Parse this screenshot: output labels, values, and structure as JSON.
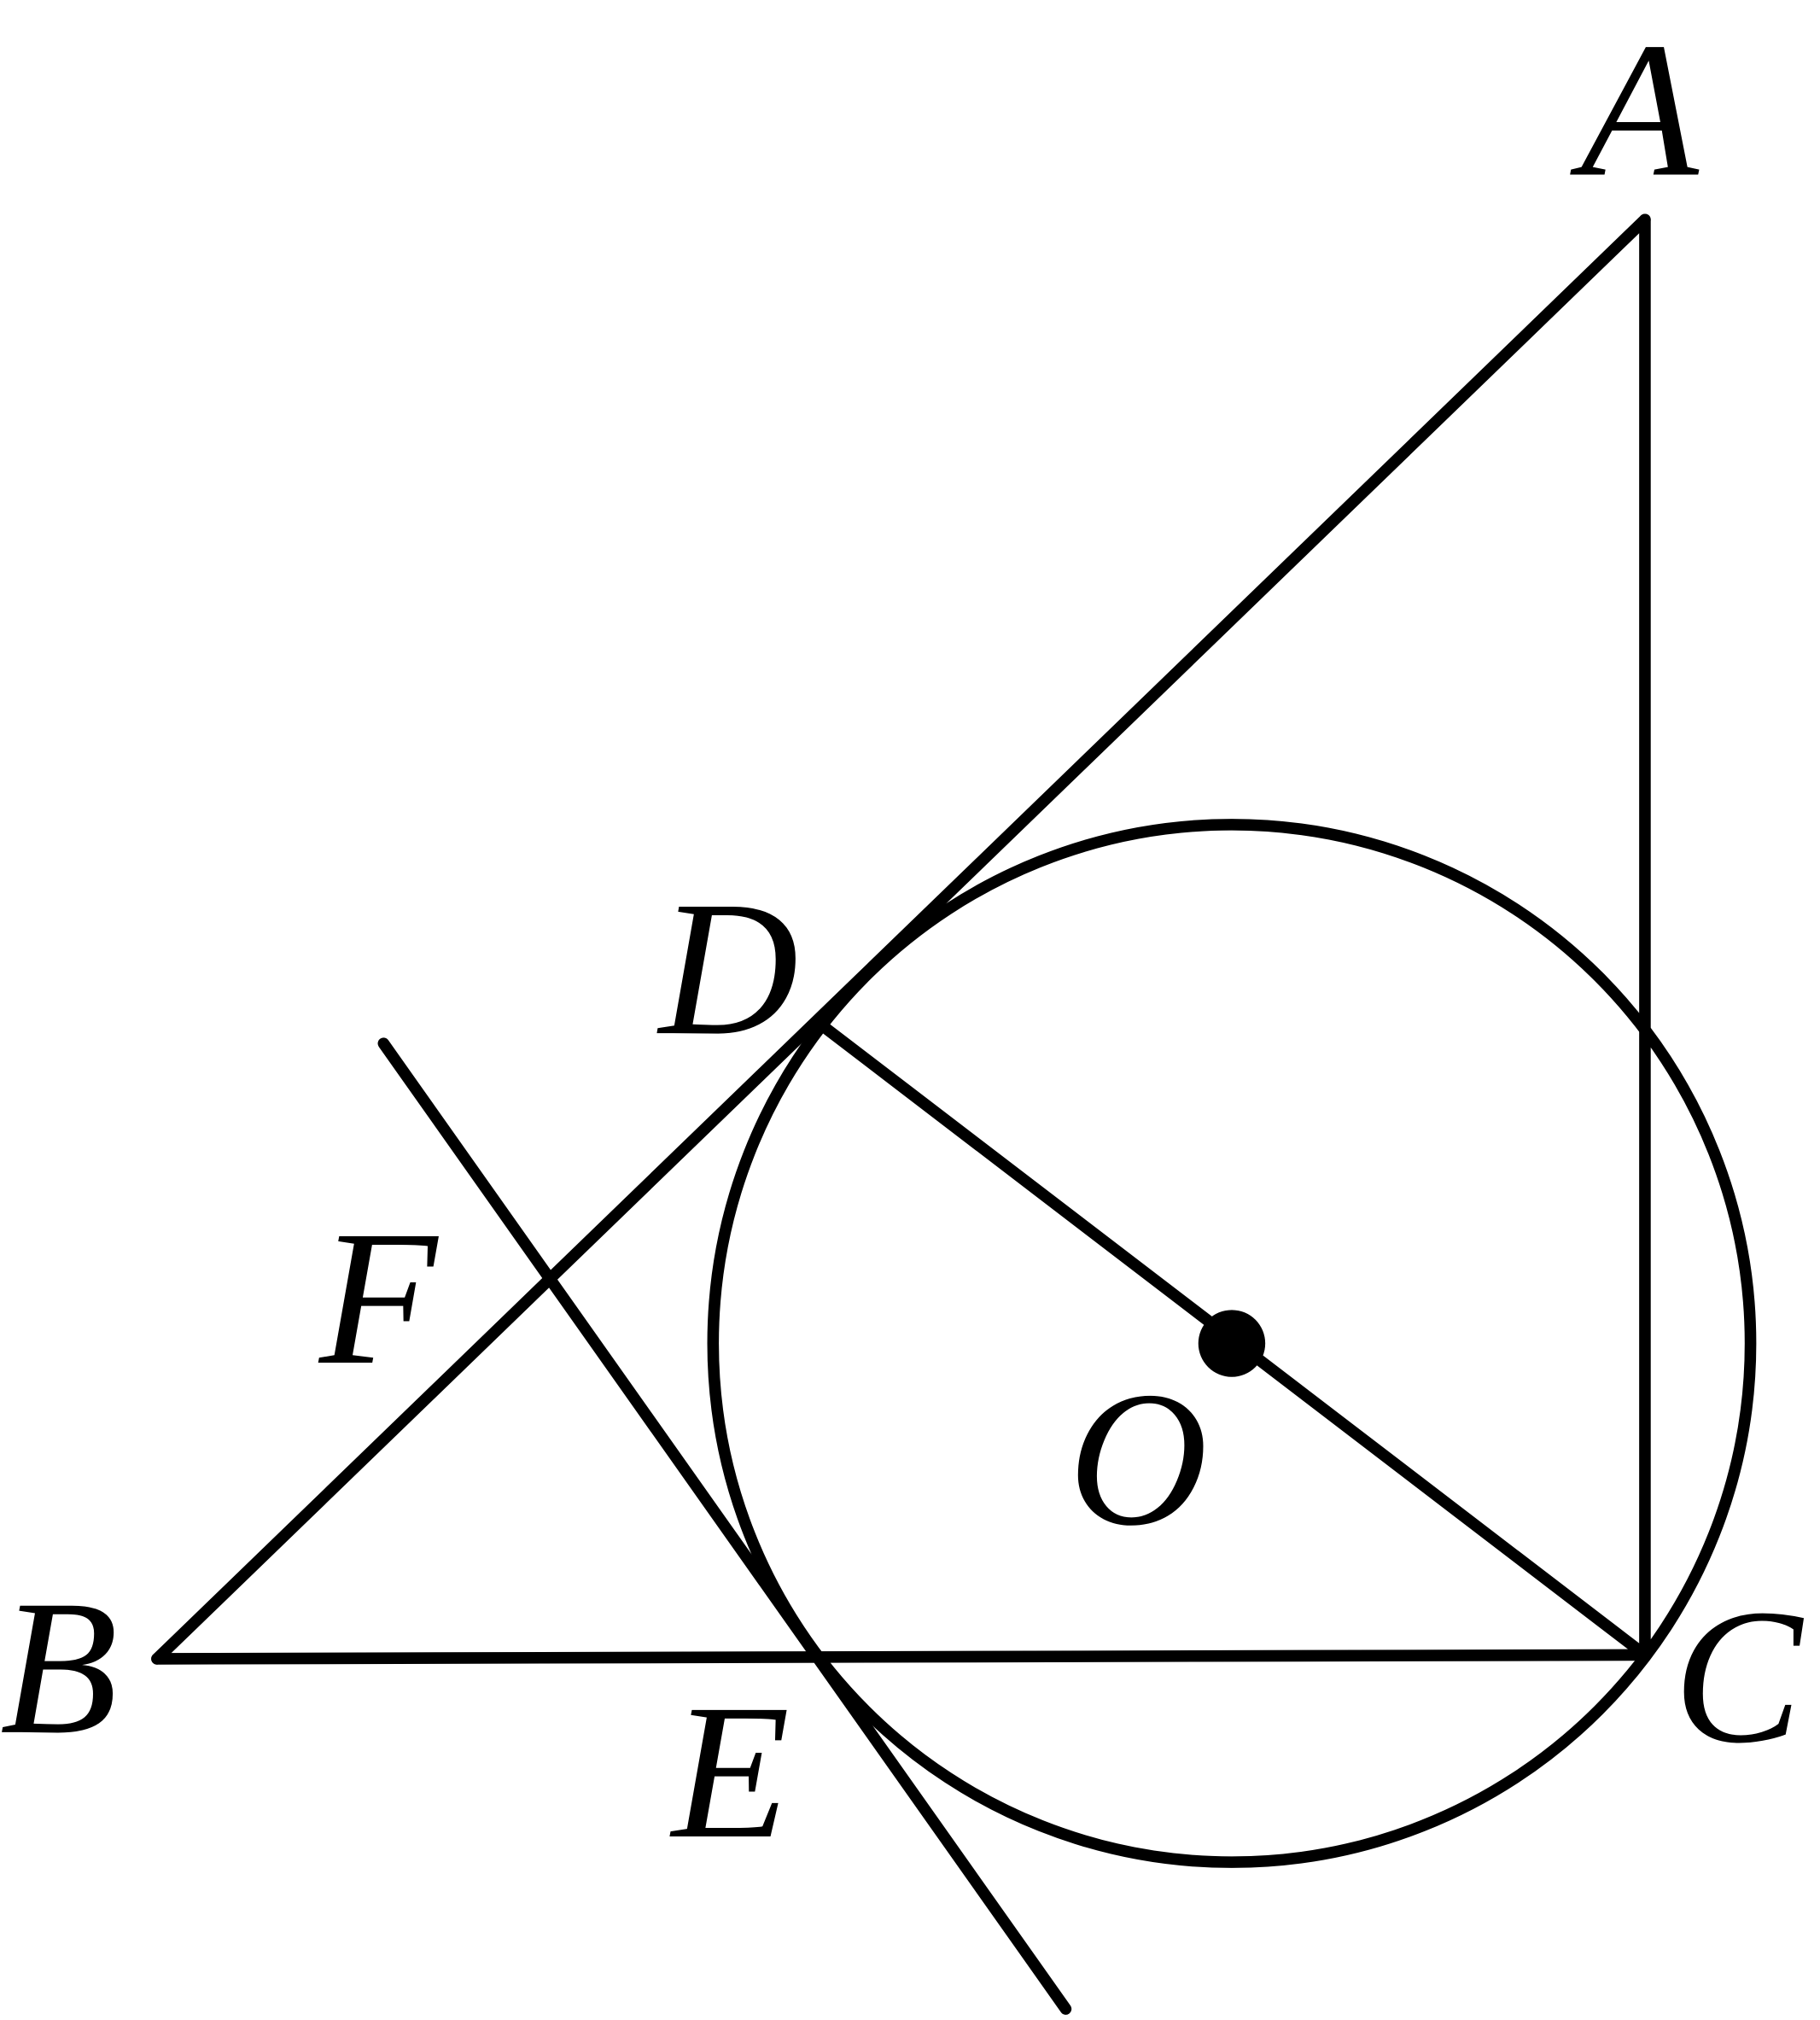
{
  "figure": {
    "points": {
      "A": "A",
      "B": "B",
      "C": "C",
      "D": "D",
      "E": "E",
      "F": "F",
      "O": "O"
    },
    "stroke_color": "#000000",
    "background_color": "#ffffff"
  }
}
